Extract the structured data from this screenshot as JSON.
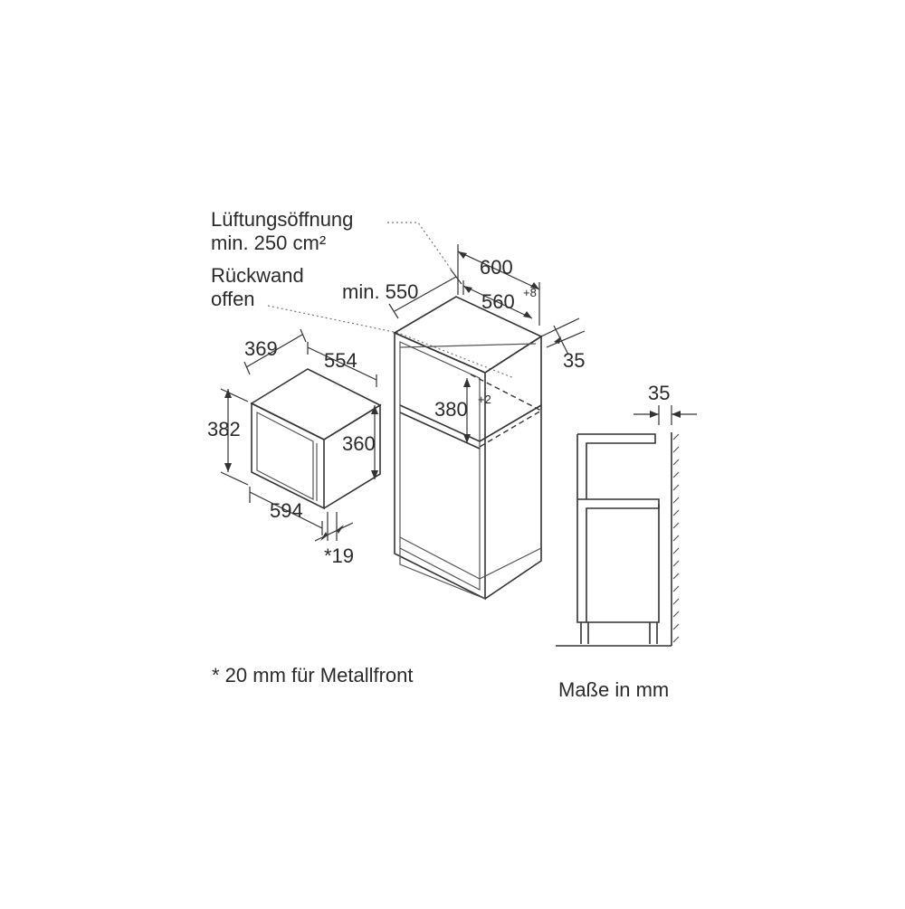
{
  "callouts": {
    "ventilation_line1": "Lüftungsöffnung",
    "ventilation_line2": "min. 250 cm²",
    "backwall_line1": "Rückwand",
    "backwall_line2": "offen"
  },
  "appliance": {
    "depth": "369",
    "width_top": "554",
    "height_outer": "382",
    "height_inner": "360",
    "width_front": "594",
    "front_thickness": "*19"
  },
  "cabinet": {
    "width": "600",
    "depth_min": "min. 550",
    "niche_width": "560",
    "niche_width_tol": "+8",
    "side_offset": "35",
    "niche_height": "380",
    "niche_height_tol": "+2"
  },
  "side_view": {
    "offset": "35"
  },
  "notes": {
    "footnote": "* 20 mm für Metallfront",
    "units": "Maße in mm"
  }
}
